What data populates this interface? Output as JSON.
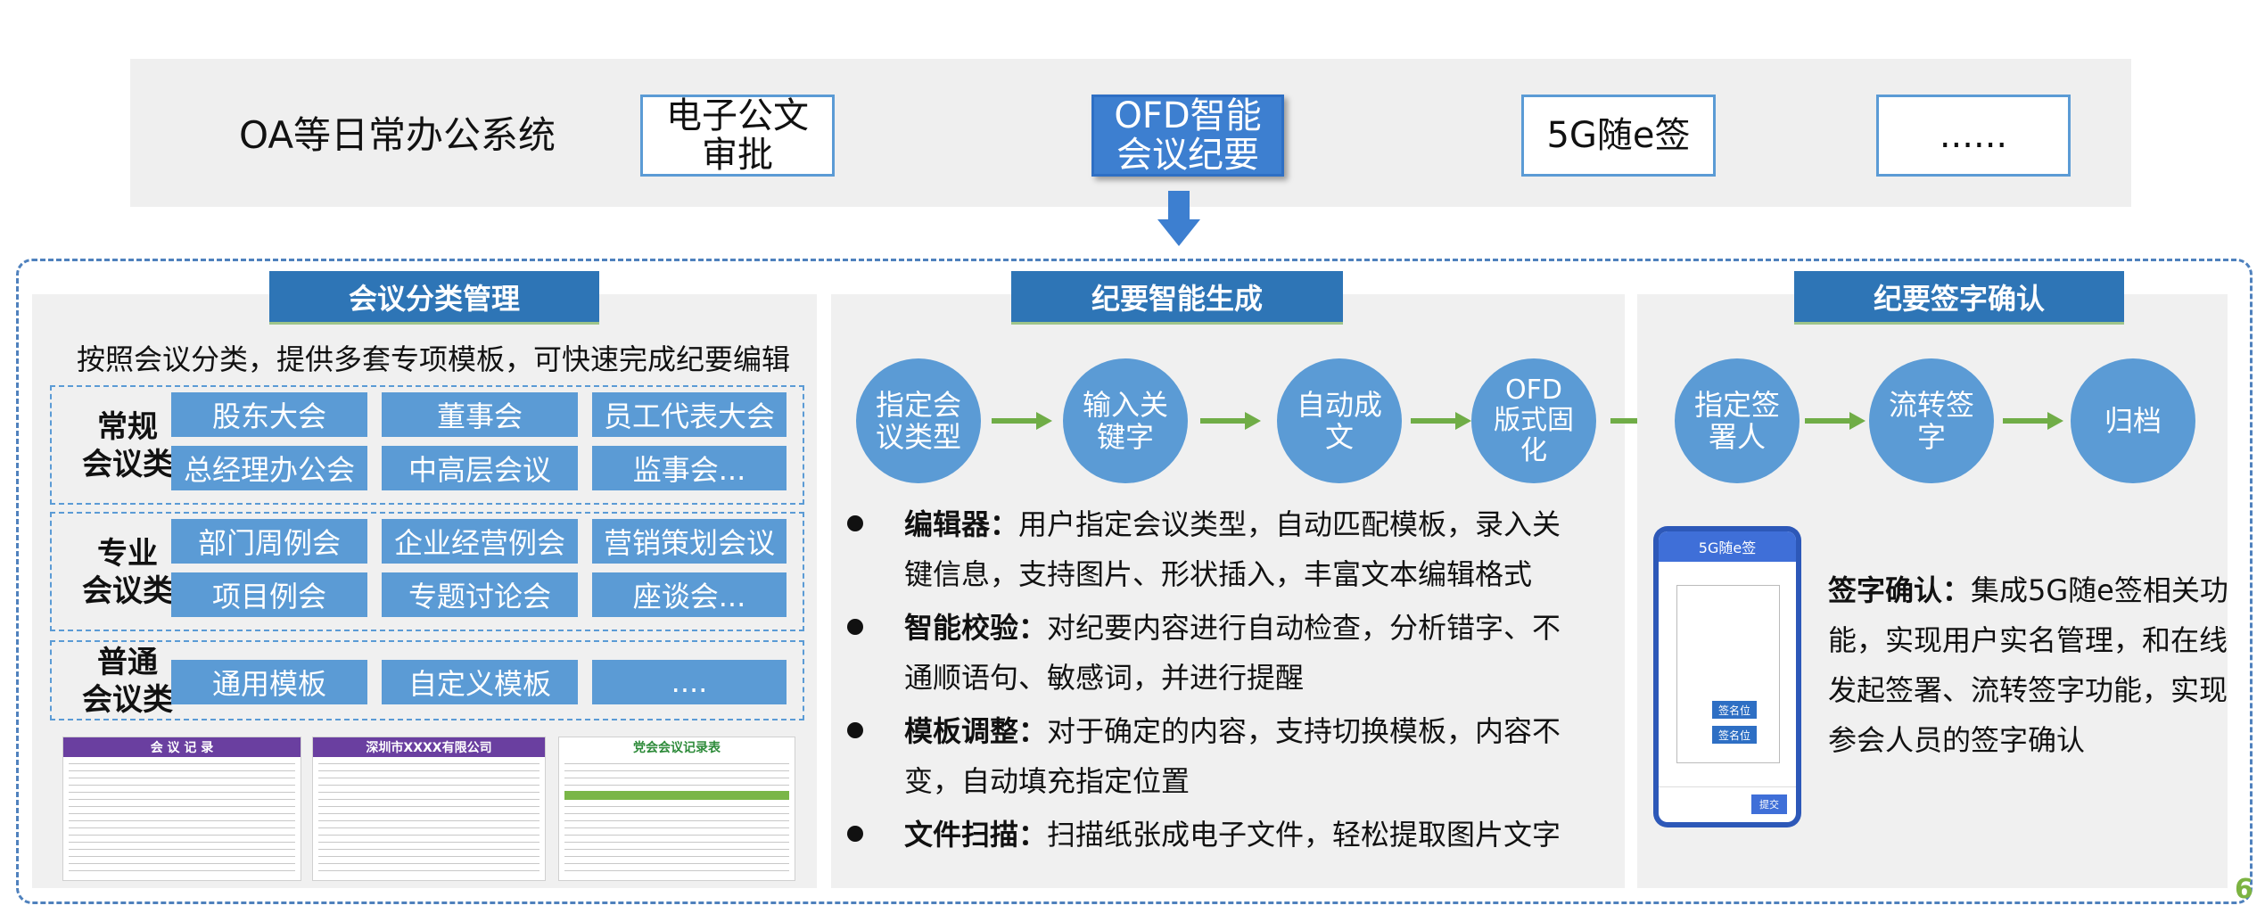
{
  "top": {
    "system_label": "OA等日常办公系统",
    "boxes": [
      "电子公文\n审批",
      "OFD智能\n会议纪要",
      "5G随e签",
      "......"
    ],
    "active_index": 1
  },
  "panel1": {
    "title": "会议分类管理",
    "subtitle": "按照会议分类，提供多套专项模板，可快速完成纪要编辑",
    "groups": [
      {
        "label": "常规\n会议类",
        "tags": [
          "股东大会",
          "董事会",
          "员工代表大会",
          "总经理办公会",
          "中高层会议",
          "监事会..."
        ]
      },
      {
        "label": "专业\n会议类",
        "tags": [
          "部门周例会",
          "企业经营例会",
          "营销策划会议",
          "项目例会",
          "专题讨论会",
          "座谈会..."
        ]
      },
      {
        "label": "普通\n会议类",
        "tags": [
          "通用模板",
          "自定义模板",
          "...."
        ]
      }
    ],
    "thumbnails": [
      "会 议 记 录",
      "深圳市XXXX有限公司",
      "党会会议记录表"
    ]
  },
  "panel2": {
    "title": "纪要智能生成",
    "steps": [
      "指定会\n议类型",
      "输入关\n键字",
      "自动成\n文",
      "OFD\n版式固\n化"
    ],
    "bullets": [
      {
        "head": "编辑器：",
        "text": "用户指定会议类型，自动匹配模板，录入关键信息，支持图片、形状插入，丰富文本编辑格式"
      },
      {
        "head": "智能校验：",
        "text": "对纪要内容进行自动检查，分析错字、不通顺语句、敏感词，并进行提醒"
      },
      {
        "head": "模板调整：",
        "text": "对于确定的内容，支持切换模板，内容不变，自动填充指定位置"
      },
      {
        "head": "文件扫描：",
        "text": "扫描纸张成电子文件，轻松提取图片文字"
      }
    ]
  },
  "panel3": {
    "title": "纪要签字确认",
    "steps": [
      "指定签\n署人",
      "流转签\n字",
      "归档"
    ],
    "phone": {
      "app_title": "5G随e签",
      "sign_btn": "签名位",
      "submit": "提交"
    },
    "desc_head": "签字确认：",
    "desc_text": "集成5G随e签相关功能，实现用户实名管理，和在线发起签署、流转签字功能，实现参会人员的签字确认"
  },
  "page_number": "6",
  "colors": {
    "blue_dark": "#2e75b6",
    "blue_mid": "#5b9bd5",
    "green_arrow": "#70ad47",
    "page_num": "#7cb342"
  }
}
